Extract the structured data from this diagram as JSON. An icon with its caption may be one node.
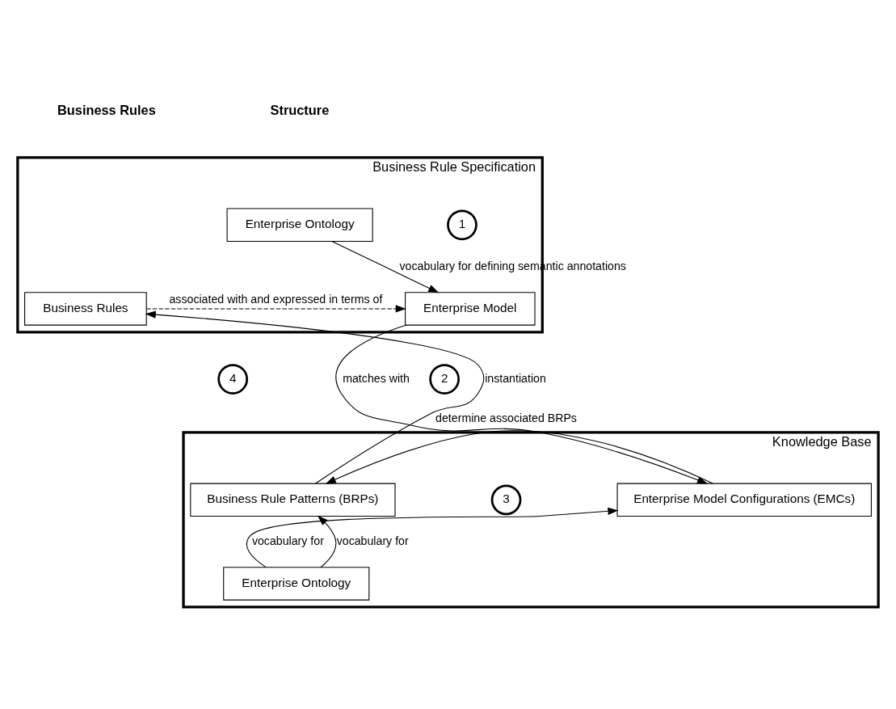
{
  "diagram": {
    "nodes": [
      {
        "text": [
          "Business Rule Specification"
        ]
      },
      {
        "text": [
          "Enterprise Ontology"
        ],
        "in": 0
      },
      {
        "text": [
          "Business Rules"
        ],
        "in": 0
      },
      {
        "text": [
          "Enterprise Model"
        ],
        "in": 0
      },
      {
        "text": [
          "1"
        ],
        "in": 0
      },
      {
        "text": [
          "2"
        ]
      },
      {
        "text": [
          "4"
        ]
      },
      {
        "text": [
          "Knowledge Base"
        ]
      },
      {
        "text": [
          "Business Rule Patterns (BRPs)"
        ],
        "in": 7
      },
      {
        "text": [
          "Enterprise Model Configurations (EMCs)"
        ],
        "in": 7
      },
      {
        "text": [
          "3"
        ],
        "in": 7
      },
      {
        "text": [
          "Enterprise Ontology"
        ],
        "in": 7
      }
    ],
    "edges": [
      {
        "from": 1,
        "to": 3,
        "arrow": "to",
        "label": "vocabulary for defining semantic annotations"
      },
      {
        "from": 2,
        "to": 3,
        "arrow": "to",
        "style": "dashed",
        "label": "associated with and expressed in terms of"
      },
      {
        "from": 3,
        "to": 9,
        "arrow": "to",
        "label": "matches with"
      },
      {
        "from": 9,
        "to": 8,
        "arrow": "to",
        "label": "determine associated BRPs"
      },
      {
        "from": 8,
        "to": 2,
        "arrow": "to",
        "label": "instantiation"
      },
      {
        "from": 11,
        "to": 8,
        "arrow": "to",
        "label": "vocabulary for"
      },
      {
        "from": 11,
        "to": 9,
        "arrow": "to",
        "label": "vocabulary for"
      }
    ],
    "labels": [
      "Business Rules",
      "Structure"
    ]
  }
}
